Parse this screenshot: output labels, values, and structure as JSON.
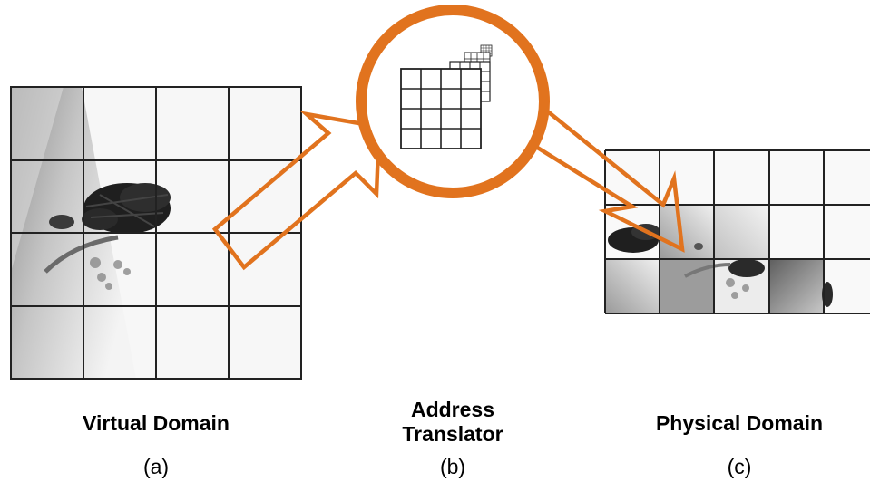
{
  "panels": {
    "virtual": {
      "title": "Virtual Domain",
      "sublabel": "(a)"
    },
    "translator": {
      "title_line1": "Address",
      "title_line2": "Translator",
      "sublabel": "(b)"
    },
    "physical": {
      "title": "Physical Domain",
      "sublabel": "(c)"
    }
  },
  "colors": {
    "accent": "#E1731E",
    "grid": "#222222",
    "background": "#ffffff"
  }
}
